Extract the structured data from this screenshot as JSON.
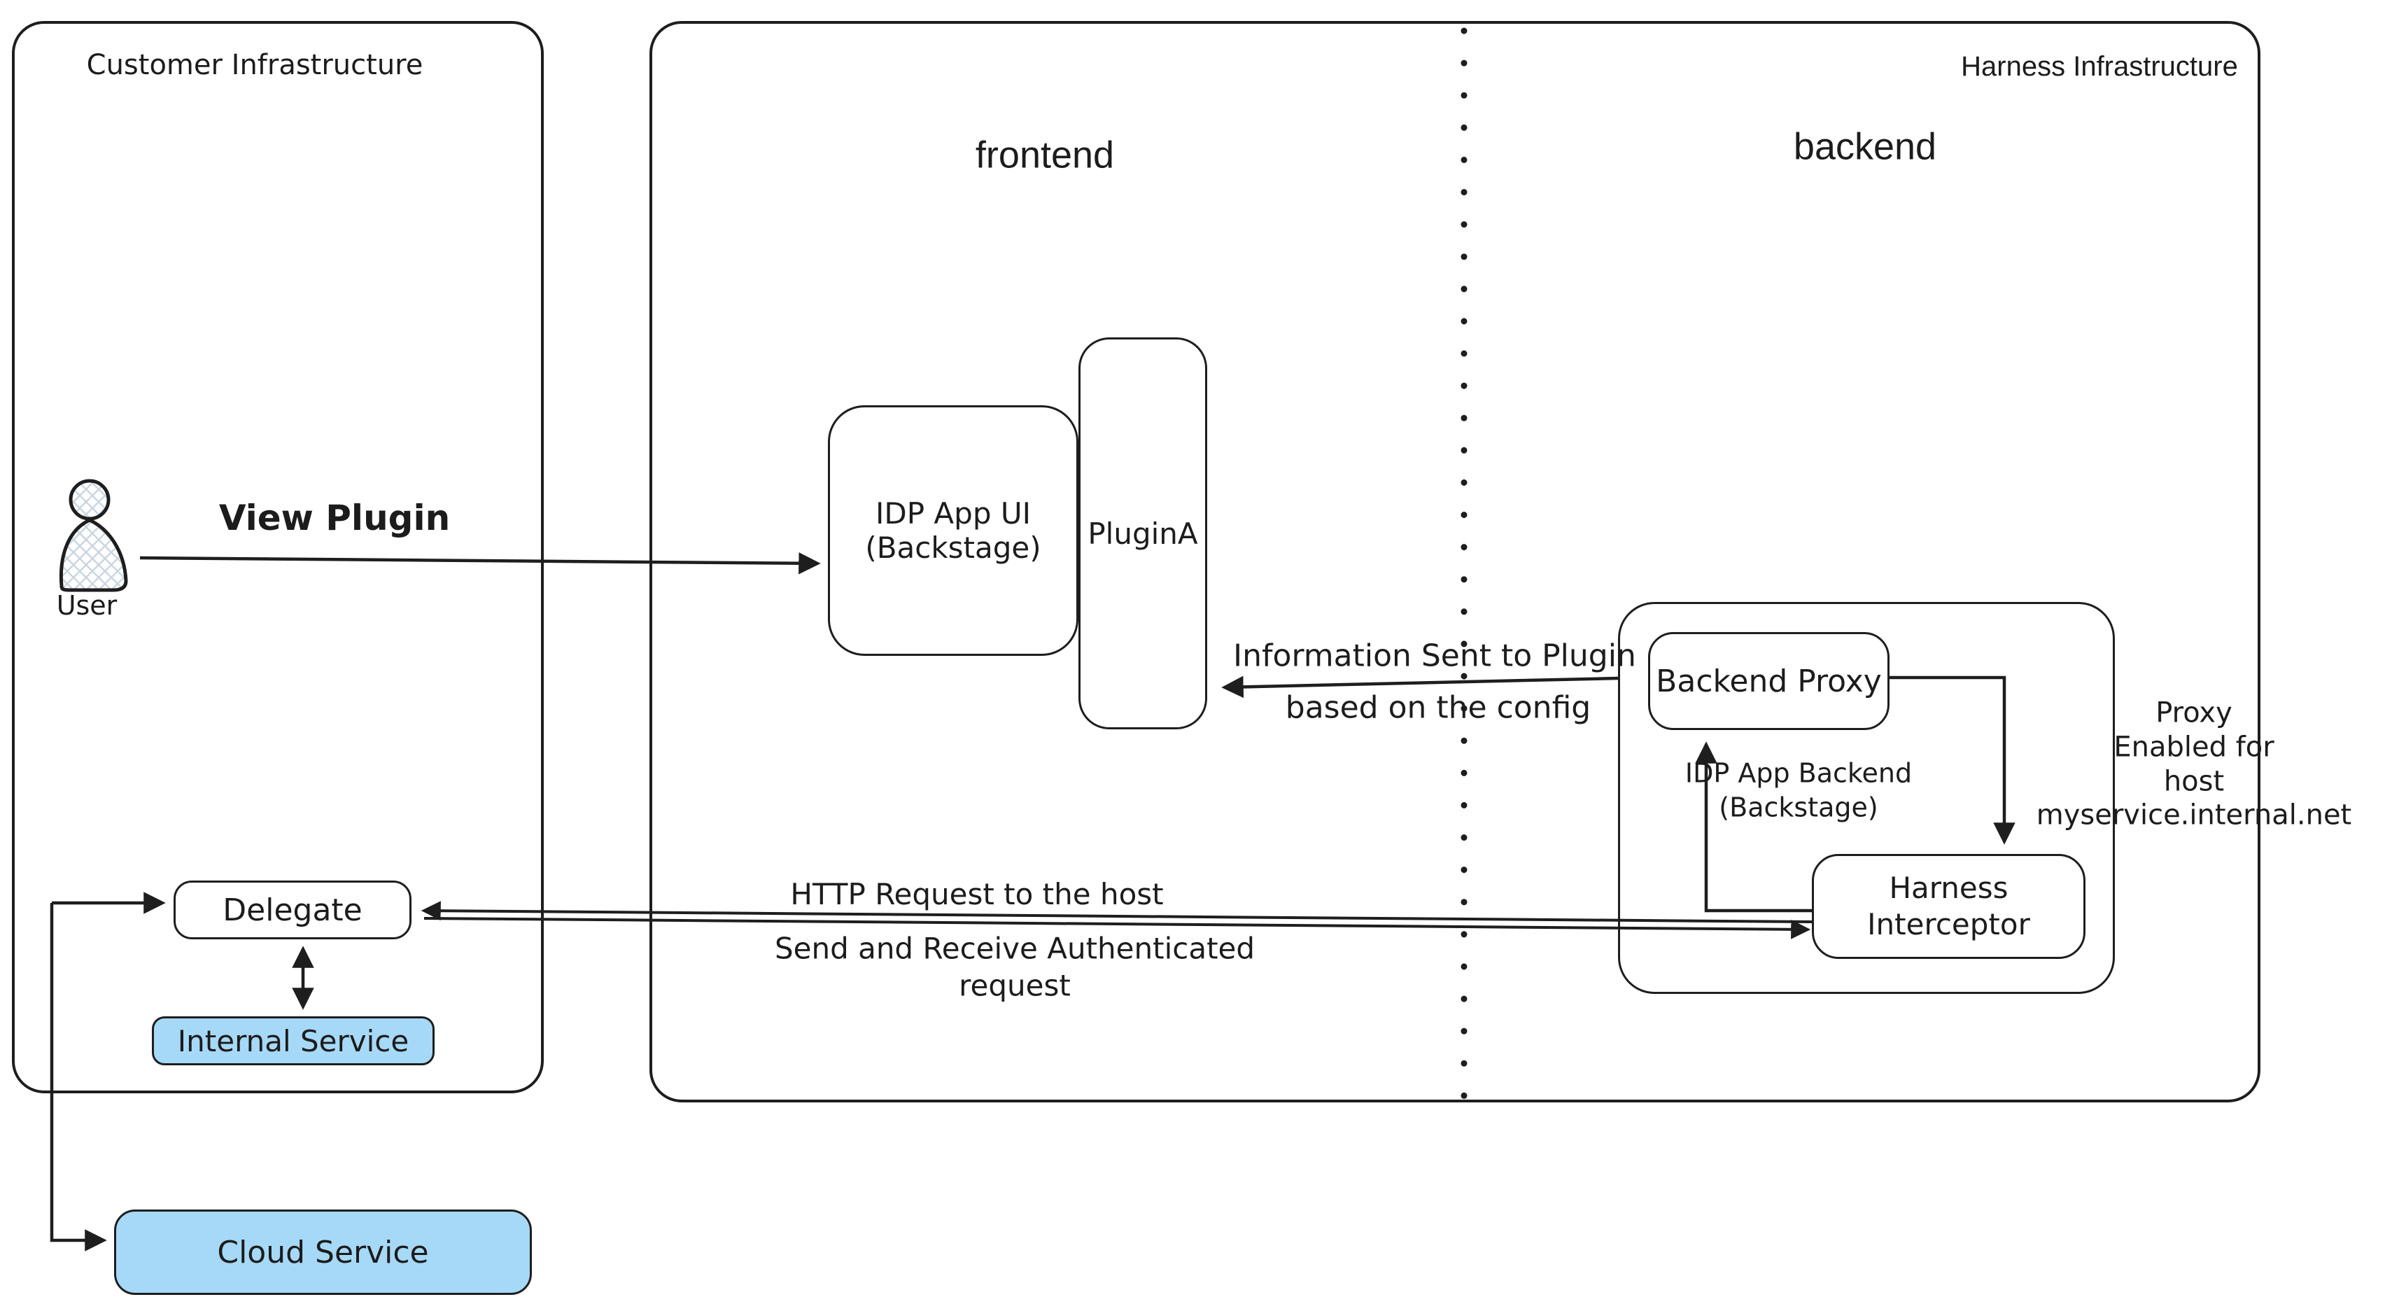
{
  "diagram": {
    "customer": {
      "title": "Customer Infrastructure",
      "user_label": "User",
      "delegate": "Delegate",
      "internal_service": "Internal Service"
    },
    "cloud_service": "Cloud Service",
    "harness": {
      "title": "Harness Infrastructure",
      "frontend_label": "frontend",
      "backend_label": "backend",
      "idp_app_ui": "IDP App UI\n(Backstage)",
      "plugin_a": "PluginA",
      "backend_proxy": "Backend Proxy",
      "idp_app_backend": "IDP App Backend\n(Backstage)",
      "harness_interceptor": "Harness\nInterceptor",
      "proxy_enabled_note": "Proxy\nEnabled for\nhost myservice.internal.net"
    },
    "edges": {
      "view_plugin": "View Plugin",
      "information_sent": "Information Sent to Plugin",
      "based_on_config": "based on the config",
      "http_request": "HTTP Request to the host",
      "send_receive": "Send and Receive Authenticated\nrequest"
    },
    "colors": {
      "stroke": "#1e1e1e",
      "service_fill": "#a6d9f7",
      "hatch": "#c9d6e2"
    }
  }
}
